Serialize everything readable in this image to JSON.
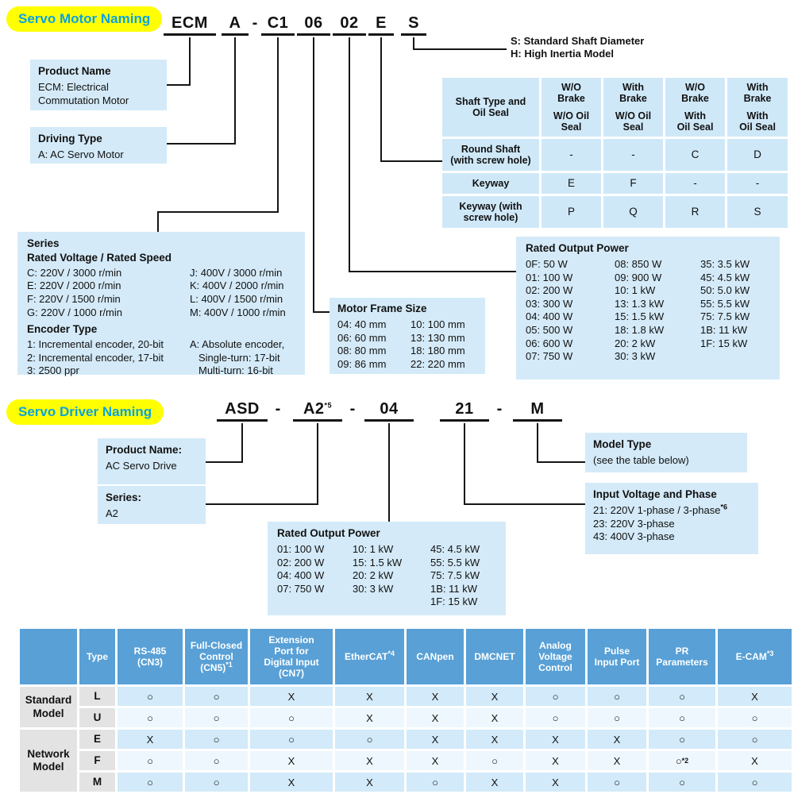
{
  "colors": {
    "accent_blue": "#0aa3de",
    "highlight_yellow": "#ffff00",
    "table_header_blue": "#58a0d6",
    "box_blue": "#d4eaf8",
    "row_blue": "#d2eaf9",
    "row_light": "#eef7fd",
    "gray_cell": "#e3e3e3"
  },
  "motor_naming": {
    "badge": "Servo Motor Naming",
    "code": {
      "p1": "ECM",
      "p2": "A",
      "dash": "-",
      "p3": "C1",
      "p4": "06",
      "p5": "02",
      "p6": "E",
      "p7": "S"
    },
    "product_name": {
      "title": "Product Name",
      "body": "ECM: Electrical\nCommutation Motor"
    },
    "driving_type": {
      "title": "Driving Type",
      "body": "A: AC Servo Motor"
    },
    "shaft_note": "S: Standard Shaft Diameter\nH: High Inertia Model",
    "series_box": {
      "title": "Series",
      "subtitle": "Rated Voltage /  Rated Speed",
      "voltage_left": [
        "C: 220V / 3000 r/min",
        "E: 220V / 2000 r/min",
        "F: 220V / 1500 r/min",
        "G: 220V / 1000 r/min"
      ],
      "voltage_right": [
        "J: 400V / 3000 r/min",
        "K: 400V / 2000 r/min",
        "L: 400V / 1500 r/min",
        "M: 400V / 1000 r/min"
      ],
      "encoder_title": "Encoder Type",
      "encoder_left": [
        "1: Incremental encoder, 20-bit",
        "2: Incremental encoder, 17-bit",
        "3: 2500 ppr"
      ],
      "encoder_right": [
        "A: Absolute encoder,",
        "Single-turn: 17-bit",
        "Multi-turn: 16-bit"
      ]
    },
    "frame_size": {
      "title": "Motor Frame Size",
      "left": [
        "04: 40 mm",
        "06: 60 mm",
        "08: 80 mm",
        "09: 86 mm"
      ],
      "right": [
        "10: 100 mm",
        "13: 130 mm",
        "18: 180 mm",
        "22: 220 mm"
      ]
    },
    "rated_power": {
      "title": "Rated Output Power",
      "col1": [
        "0F: 50 W",
        "01: 100 W",
        "02: 200 W",
        "03: 300 W",
        "04: 400 W",
        "05: 500 W",
        "06: 600 W",
        "07: 750 W"
      ],
      "col2": [
        "08: 850 W",
        "09: 900 W",
        "10: 1 kW",
        "13: 1.3 kW",
        "15: 1.5 kW",
        "18: 1.8 kW",
        "20: 2 kW",
        "30: 3 kW"
      ],
      "col3": [
        "35: 3.5 kW",
        "45: 4.5 kW",
        "50: 5.0 kW",
        "55: 5.5 kW",
        "75: 7.5 kW",
        "1B: 11 kW",
        "1F: 15 kW"
      ]
    },
    "shaft_table": {
      "corner": "Shaft Type and\nOil Seal",
      "col_headers": [
        {
          "top": "W/O\nBrake",
          "bottom": "W/O Oil\nSeal"
        },
        {
          "top": "With\nBrake",
          "bottom": "W/O Oil\nSeal"
        },
        {
          "top": "W/O\nBrake",
          "bottom": "With\nOil Seal"
        },
        {
          "top": "With\nBrake",
          "bottom": "With\nOil Seal"
        }
      ],
      "rows": [
        {
          "label": "Round Shaft\n(with screw hole)",
          "values": [
            "-",
            "-",
            "C",
            "D"
          ]
        },
        {
          "label": "Keyway",
          "values": [
            "E",
            "F",
            "-",
            "-"
          ]
        },
        {
          "label": "Keyway (with\nscrew hole)",
          "values": [
            "P",
            "Q",
            "R",
            "S"
          ]
        }
      ]
    }
  },
  "driver_naming": {
    "badge": "Servo Driver Naming",
    "code": {
      "p1": "ASD",
      "dash1": "-",
      "p2": "A2",
      "p2_sup": "*5",
      "dash2": "-",
      "p3": "04",
      "p4": "21",
      "dash3": "-",
      "p5": "M"
    },
    "product_name": {
      "title": "Product Name:",
      "body": "AC Servo Drive"
    },
    "series": {
      "title": "Series:",
      "body": "A2"
    },
    "rated_power": {
      "title": "Rated Output Power",
      "col1": [
        "01: 100 W",
        "02: 200 W",
        "04: 400 W",
        "07: 750 W"
      ],
      "col2": [
        "10: 1 kW",
        "15: 1.5 kW",
        "20: 2 kW",
        "30: 3 kW"
      ],
      "col3": [
        "45: 4.5 kW",
        "55: 5.5 kW",
        "75: 7.5 kW",
        "1B: 11 kW",
        "1F: 15 kW"
      ]
    },
    "model_type": {
      "title": "Model Type",
      "body": "(see the table below)"
    },
    "input_voltage": {
      "title": "Input Voltage and Phase",
      "item1": "21: 220V 1-phase / 3-phase",
      "item1_sup": "*6",
      "item2": "23: 220V 3-phase",
      "item3": "43: 400V 3-phase"
    }
  },
  "model_table": {
    "corner": "",
    "headers": {
      "type": "Type",
      "c1": "RS-485\n(CN3)",
      "c2": "Full-Closed\nControl\n(CN5)",
      "c2_sup": "*1",
      "c3": "Extension\nPort for\nDigital Input\n(CN7)",
      "c4": "EtherCAT",
      "c4_sup": "*4",
      "c5": "CANpen",
      "c6": "DMCNET",
      "c7": "Analog\nVoltage\nControl",
      "c8": "Pulse\nInput Port",
      "c9": "PR\nParameters",
      "c10": "E-CAM",
      "c10_sup": "*3"
    },
    "group1": "Standard Model",
    "group2": "Network Model",
    "footnote2": "*2",
    "rows": [
      {
        "type": "L",
        "values": [
          "○",
          "○",
          "X",
          "X",
          "X",
          "X",
          "○",
          "○",
          "○",
          "X"
        ]
      },
      {
        "type": "U",
        "values": [
          "○",
          "○",
          "○",
          "X",
          "X",
          "X",
          "○",
          "○",
          "○",
          "○"
        ]
      },
      {
        "type": "E",
        "values": [
          "X",
          "○",
          "○",
          "○",
          "X",
          "X",
          "X",
          "X",
          "○",
          "○"
        ]
      },
      {
        "type": "F",
        "values": [
          "○",
          "○",
          "X",
          "X",
          "X",
          "○",
          "X",
          "X",
          "○",
          "X"
        ]
      },
      {
        "type": "M",
        "values": [
          "○",
          "○",
          "X",
          "X",
          "○",
          "X",
          "X",
          "○",
          "○",
          "○"
        ]
      }
    ]
  }
}
